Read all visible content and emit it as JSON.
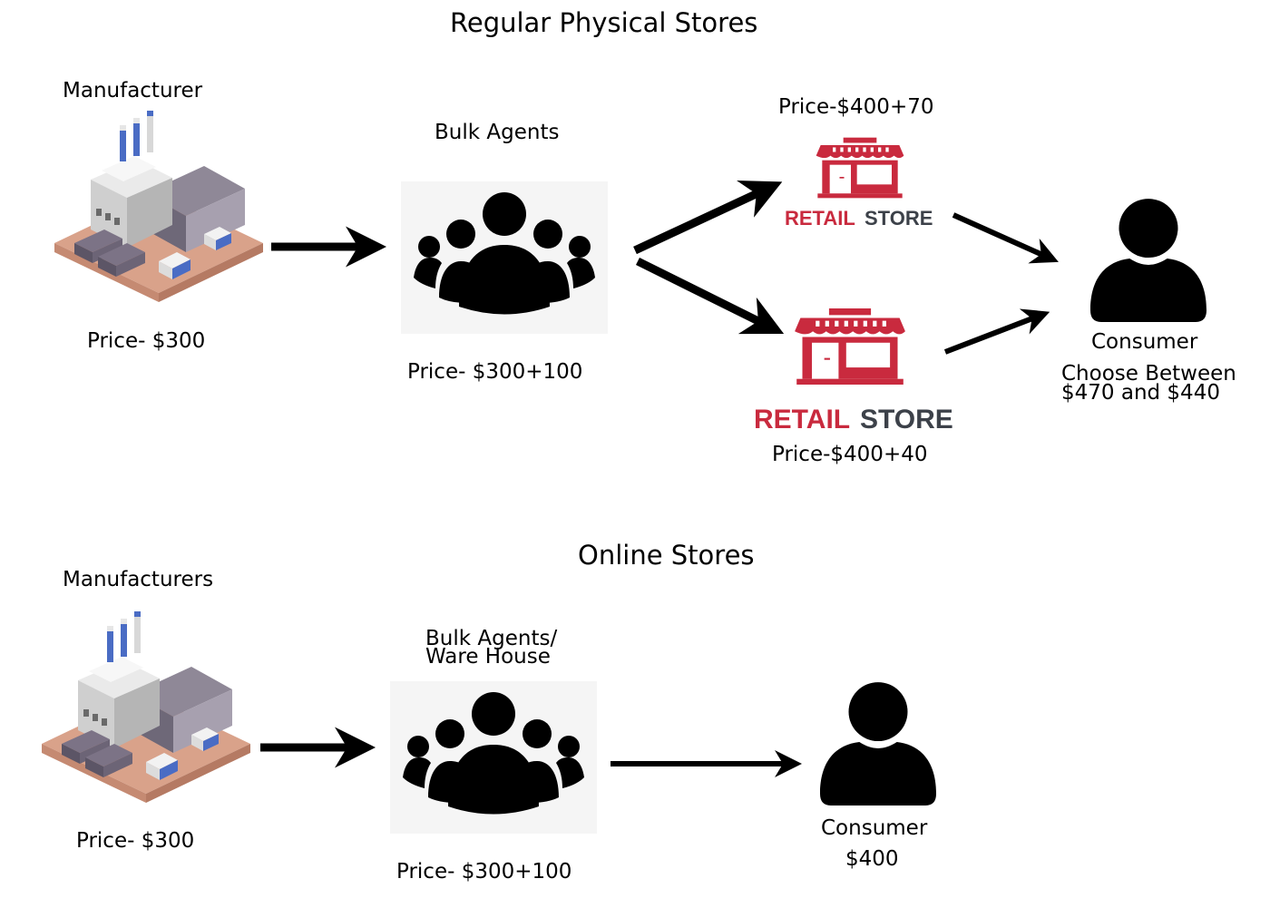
{
  "colors": {
    "arrow": "#000000",
    "retail_red": "#c92a3e",
    "retail_dark": "#3c4149",
    "factory_blue": "#4a6cc4",
    "ground": "#d9a28a",
    "agent_box_bg": "#f5f5f5"
  },
  "physical": {
    "title": "Regular Physical Stores",
    "manufacturer": {
      "label": "Manufacturer",
      "price": "Price- $300",
      "icon": "factory-icon"
    },
    "bulk_agents": {
      "label": "Bulk Agents",
      "price": "Price- $300+100",
      "icon": "group-icon"
    },
    "store_top": {
      "price": "Price-$400+70",
      "logo_word1": "RETAIL",
      "logo_word2": "STORE",
      "icon": "storefront-icon"
    },
    "store_bottom": {
      "price": "Price-$400+40",
      "logo_word1": "RETAIL",
      "logo_word2": "STORE",
      "icon": "storefront-icon"
    },
    "consumer": {
      "label": "Consumer",
      "note_line1": "Choose Between",
      "note_line2": "$470 and $440",
      "icon": "person-icon"
    }
  },
  "online": {
    "title": "Online Stores",
    "manufacturer": {
      "label": "Manufacturers",
      "price": "Price- $300",
      "icon": "factory-icon"
    },
    "bulk_agents": {
      "label_line1": "Bulk Agents/",
      "label_line2": "Ware House",
      "price": "Price- $300+100",
      "icon": "group-icon"
    },
    "consumer": {
      "label": "Consumer",
      "price": "$400",
      "icon": "person-icon"
    }
  }
}
